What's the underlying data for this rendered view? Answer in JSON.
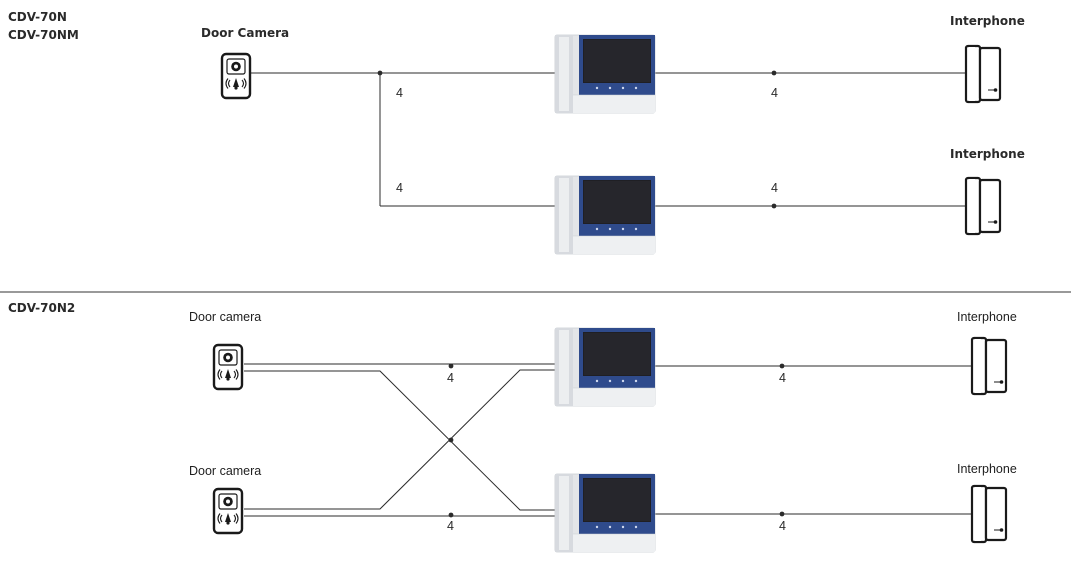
{
  "top": {
    "model_line1": "CDV-70N",
    "model_line2": "CDV-70NM",
    "door_camera_label": "Door Camera",
    "interphone_label_1": "Interphone",
    "interphone_label_2": "Interphone",
    "wire_count_1": "4",
    "wire_count_2": "4",
    "wire_count_3": "4",
    "wire_count_4": "4"
  },
  "bottom": {
    "model": "CDV-70N2",
    "door_camera_label_1": "Door camera",
    "door_camera_label_2": "Door camera",
    "interphone_label_1": "Interphone",
    "interphone_label_2": "Interphone",
    "wire_count_1": "4",
    "wire_count_2": "4",
    "wire_count_3": "4",
    "wire_count_4": "4"
  },
  "colors": {
    "monitor_bezel": "#2f4b8c",
    "monitor_screen": "#1f1f24",
    "monitor_body": "#e6e8eb",
    "wire": "#2b2b2b"
  },
  "icons": {
    "door_camera": "door-camera-icon",
    "monitor": "video-monitor-icon",
    "interphone": "interphone-handset-icon"
  }
}
